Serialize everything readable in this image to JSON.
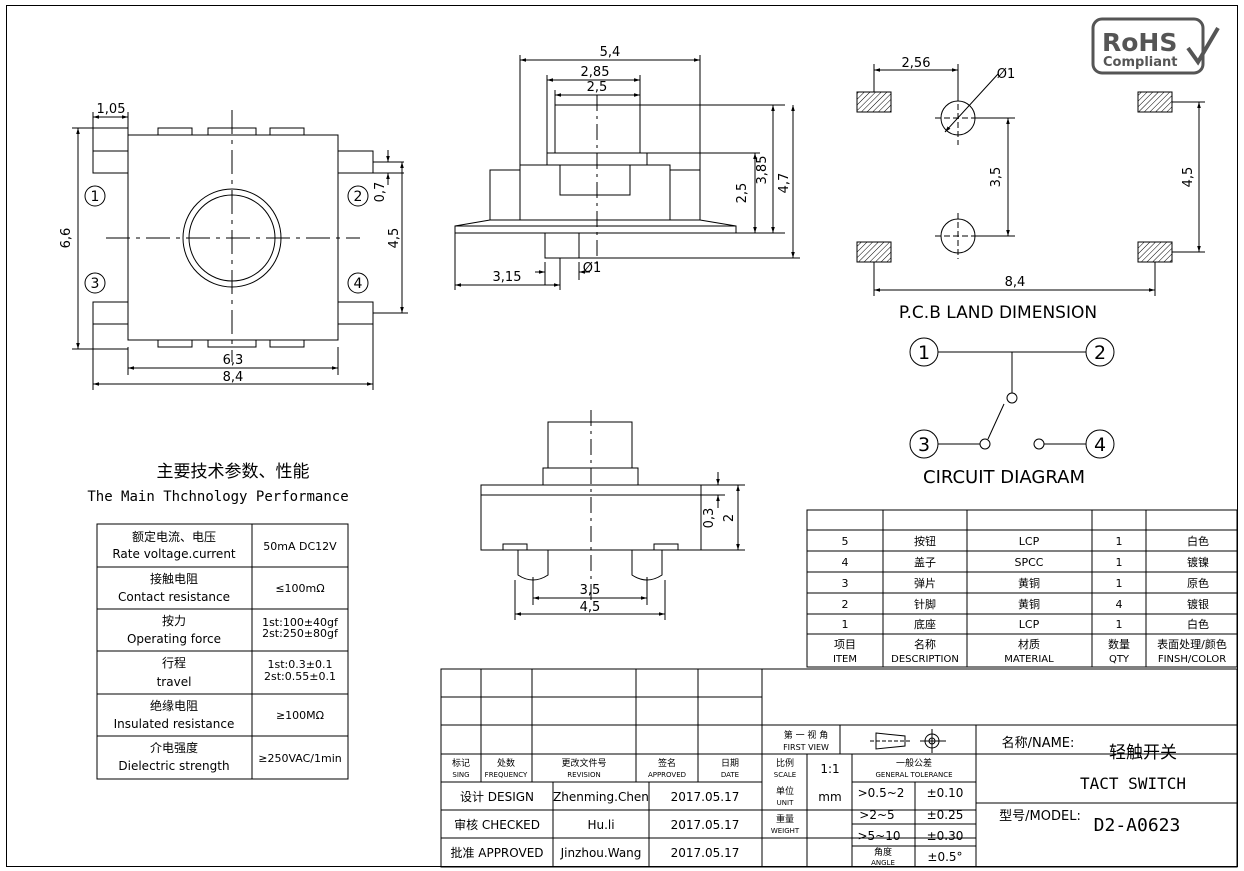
{
  "top_view": {
    "dim_1_05": "1,05",
    "dim_6_6": "6,6",
    "dim_0_7": "0,7",
    "dim_4_5": "4,5",
    "dim_6_3": "6,3",
    "dim_8_4": "8,4",
    "pin_1": "1",
    "pin_2": "2",
    "pin_3": "3",
    "pin_4": "4"
  },
  "side_view": {
    "dim_5_4": "5,4",
    "dim_2_85": "2,85",
    "dim_2_5": "2,5",
    "dim_2_5_v": "2,5",
    "dim_3_85": "3,85",
    "dim_4_7": "4,7",
    "dim_3_15": "3,15",
    "dim_dia_1": "Ø1"
  },
  "pcb_land": {
    "dim_2_56": "2,56",
    "dim_dia_1": "Ø1",
    "dim_3_5": "3,5",
    "dim_4_5": "4,5",
    "dim_8_4": "8,4",
    "title": "P.C.B LAND DIMENSION"
  },
  "circuit": {
    "title": "CIRCUIT DIAGRAM",
    "n1": "1",
    "n2": "2",
    "n3": "3",
    "n4": "4"
  },
  "front_view": {
    "dim_0_3": "0,3",
    "dim_2": "2",
    "dim_3_5": "3,5",
    "dim_4_5": "4,5"
  },
  "rohs": {
    "line1": "RoHS",
    "line2": "Compliant"
  },
  "performance": {
    "title_cn": "主要技术参数、性能",
    "title_en": "The Main Thchnology Performance",
    "rows": [
      {
        "cn": "额定电流、电压",
        "en": "Rate voltage.current",
        "val1": "50mA DC12V",
        "val2": ""
      },
      {
        "cn": "接触电阻",
        "en": "Contact resistance",
        "val1": "≤100mΩ",
        "val2": ""
      },
      {
        "cn": "按力",
        "en": "Operating force",
        "val1": "1st:100±40gf",
        "val2": "2st:250±80gf"
      },
      {
        "cn": "行程",
        "en": "travel",
        "val1": "1st:0.3±0.1",
        "val2": "2st:0.55±0.1"
      },
      {
        "cn": "绝缘电阻",
        "en": "Insulated resistance",
        "val1": "≥100MΩ",
        "val2": ""
      },
      {
        "cn": "介电强度",
        "en": "Dielectric strength",
        "val1": "≥250VAC/1min",
        "val2": ""
      }
    ]
  },
  "bom": {
    "rows": [
      [
        "5",
        "按钮",
        "LCP",
        "1",
        "白色"
      ],
      [
        "4",
        "盖子",
        "SPCC",
        "1",
        "镀镍"
      ],
      [
        "3",
        "弹片",
        "黄铜",
        "1",
        "原色"
      ],
      [
        "2",
        "针脚",
        "黄铜",
        "4",
        "镀银"
      ],
      [
        "1",
        "底座",
        "LCP",
        "1",
        "白色"
      ]
    ],
    "header_cn": [
      "项目",
      "名称",
      "材质",
      "数量",
      "表面处理/颜色"
    ],
    "header_en": [
      "ITEM",
      "DESCRIPTION",
      "MATERIAL",
      "QTY",
      "FINSH/COLOR"
    ]
  },
  "title_block": {
    "rev_headers_cn": [
      "标记",
      "处数",
      "更改文件号",
      "签名",
      "日期"
    ],
    "rev_headers_en": [
      "SING",
      "FREQUENCY",
      "REVISION",
      "APPROVED",
      "DATE"
    ],
    "design_label": "设计 DESIGN",
    "design_name": "Zhenming.Chen",
    "design_date": "2017.05.17",
    "check_label": "审核 CHECKED",
    "check_name": "Hu.li",
    "check_date": "2017.05.17",
    "approve_label": "批准 APPROVED",
    "approve_name": "Jinzhou.Wang",
    "approve_date": "2017.05.17",
    "view_cn": "第 一 视 角",
    "view_en": "FIRST VIEW",
    "scale_cn": "比例",
    "scale_en": "SCALE",
    "scale_val": "1:1",
    "unit_cn": "单位",
    "unit_en": "UNIT",
    "unit_val": "mm",
    "weight_cn": "重量",
    "weight_en": "WEIGHT",
    "tol_cn": "一般公差",
    "tol_en": "GENERAL TOLERANCE",
    "tol_rows": [
      {
        "range": ">0.5~2",
        "val": "±0.10"
      },
      {
        "range": ">2~5",
        "val": "±0.25"
      },
      {
        "range": ">5~10",
        "val": "±0.30"
      }
    ],
    "angle_cn": "角度",
    "angle_en": "ANGLE",
    "angle_val": "±0.5°",
    "name_label": "名称/NAME:",
    "name_cn": "轻触开关",
    "name_en": "TACT  SWITCH",
    "model_label": "型号/MODEL:",
    "model_val": "D2-A0623"
  }
}
